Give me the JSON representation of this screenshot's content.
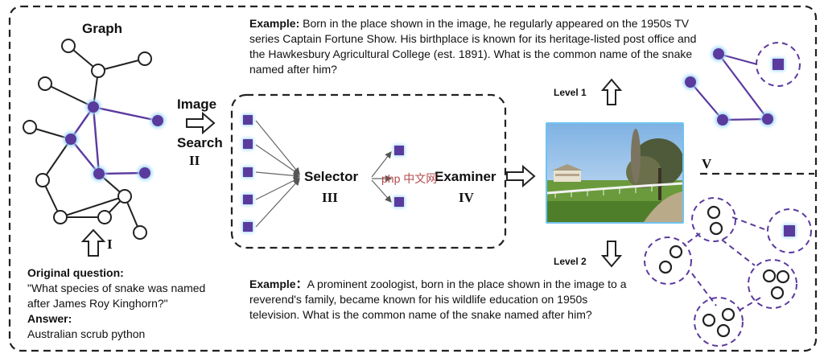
{
  "graph_title": "Graph",
  "example_top": {
    "label": "Example:",
    "text": " Born in the place shown in the image, he regularly appeared on the 1950s TV series Captain Fortune Show. His birthplace is known for its heritage-listed post office and the Hawkesbury Agricultural College (est. 1891). What is the common name of the snake named after him?"
  },
  "example_bottom": {
    "label": "Example：",
    "text": "A prominent zoologist, born in the place shown in the image to a reverend's family, became known for his wildlife education on 1950s television. What is the common name of the snake named after him?"
  },
  "original": {
    "q_label": "Original question:",
    "q_text": "\"What species of snake was named after James Roy Kinghorn?\"",
    "a_label": "Answer:",
    "a_text": "Australian scrub python"
  },
  "steps": {
    "image": "Image",
    "search": "Search",
    "selector": "Selector",
    "examiner": "Examiner"
  },
  "numerals": {
    "i": "I",
    "ii": "II",
    "iii": "III",
    "iv": "IV",
    "v": "V"
  },
  "levels": {
    "level1": "Level 1",
    "level2": "Level 2"
  },
  "watermark": "php 中文网",
  "colors": {
    "accent": "#5b3a9e",
    "dash": "#4a3a7a",
    "photo_border": "#6fc3f0"
  }
}
